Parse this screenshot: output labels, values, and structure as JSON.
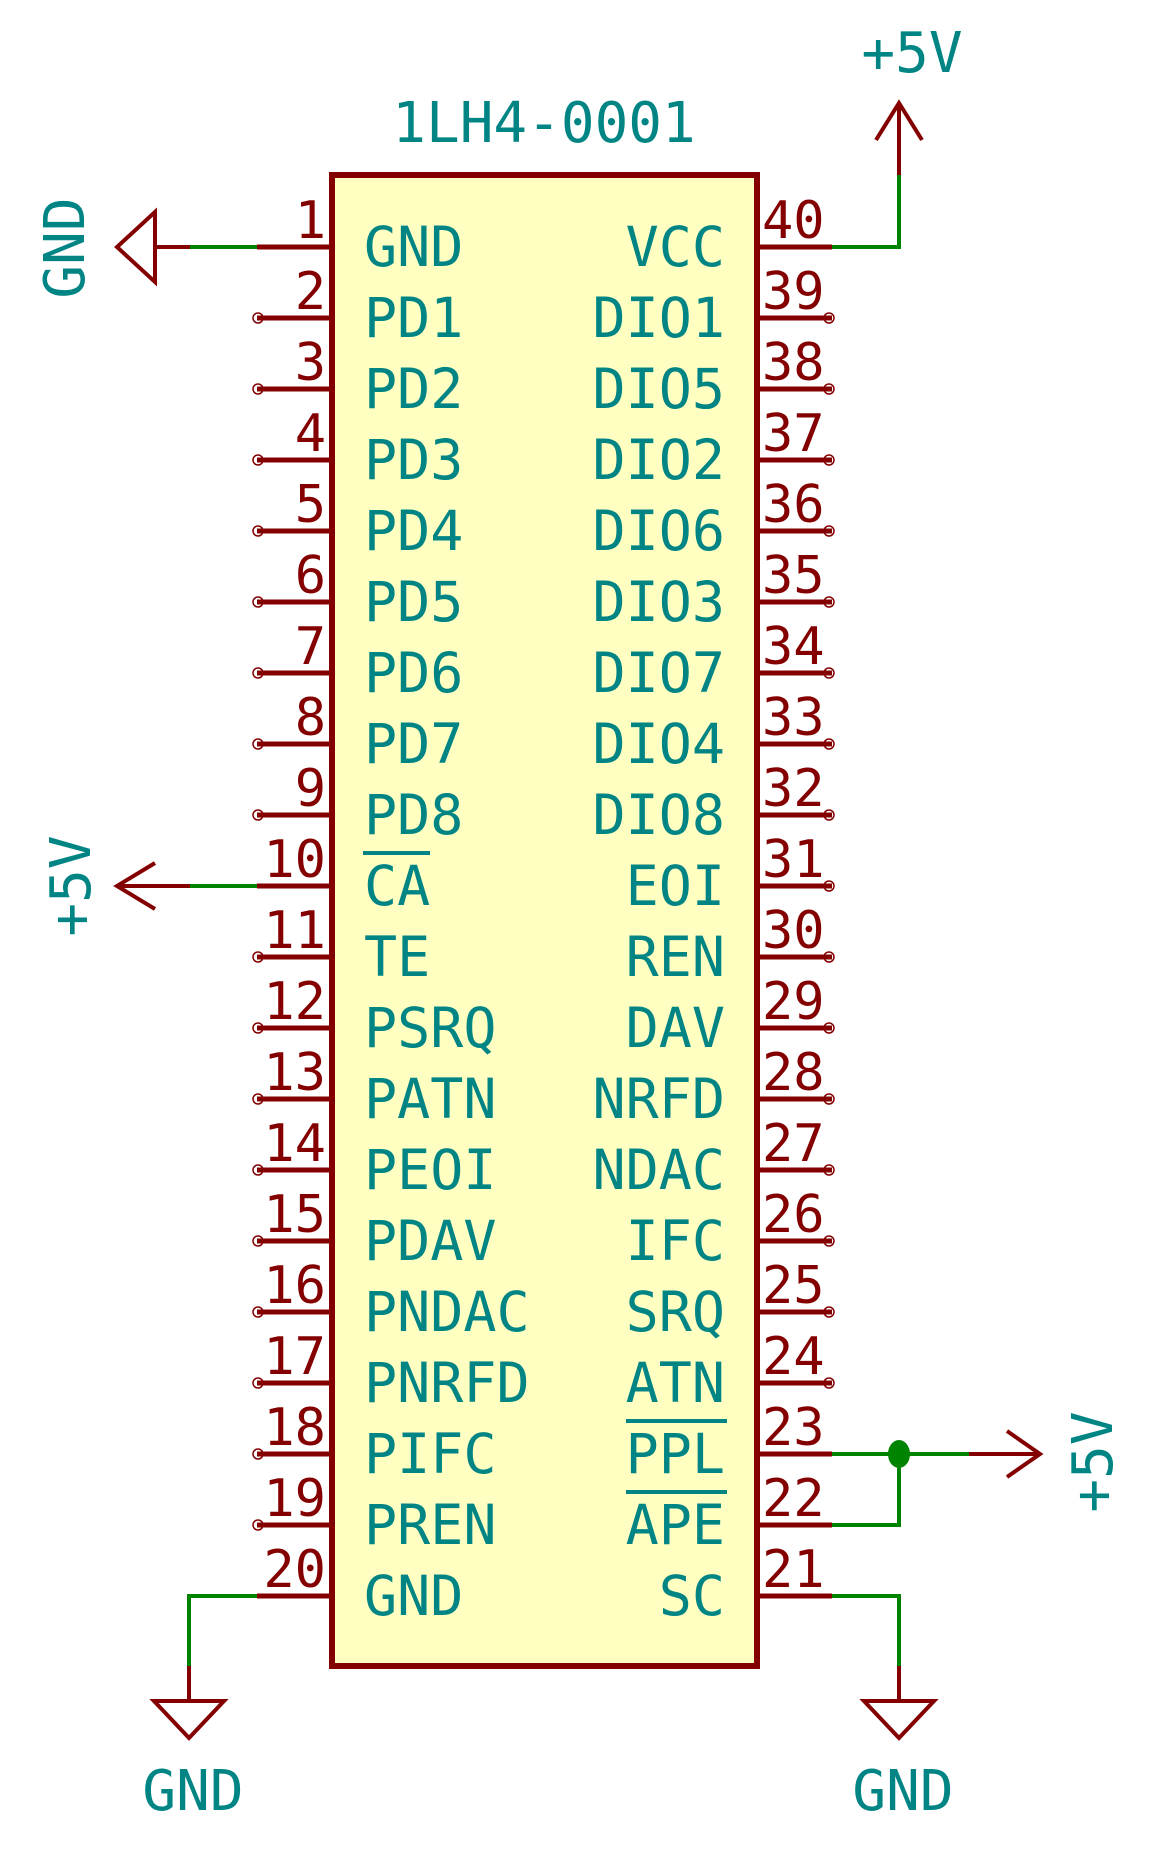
{
  "component": {
    "reference": "1LH4-0001",
    "left_pins": [
      {
        "num": "1",
        "name": "GND",
        "nc": false
      },
      {
        "num": "2",
        "name": "PD1",
        "nc": true
      },
      {
        "num": "3",
        "name": "PD2",
        "nc": true
      },
      {
        "num": "4",
        "name": "PD3",
        "nc": true
      },
      {
        "num": "5",
        "name": "PD4",
        "nc": true
      },
      {
        "num": "6",
        "name": "PD5",
        "nc": true
      },
      {
        "num": "7",
        "name": "PD6",
        "nc": true
      },
      {
        "num": "8",
        "name": "PD7",
        "nc": true
      },
      {
        "num": "9",
        "name": "PD8",
        "nc": true
      },
      {
        "num": "10",
        "name": "CA",
        "nc": false,
        "overline": true
      },
      {
        "num": "11",
        "name": "TE",
        "nc": true
      },
      {
        "num": "12",
        "name": "PSRQ",
        "nc": true
      },
      {
        "num": "13",
        "name": "PATN",
        "nc": true
      },
      {
        "num": "14",
        "name": "PEOI",
        "nc": true
      },
      {
        "num": "15",
        "name": "PDAV",
        "nc": true
      },
      {
        "num": "16",
        "name": "PNDAC",
        "nc": true
      },
      {
        "num": "17",
        "name": "PNRFD",
        "nc": true
      },
      {
        "num": "18",
        "name": "PIFC",
        "nc": true
      },
      {
        "num": "19",
        "name": "PREN",
        "nc": true
      },
      {
        "num": "20",
        "name": "GND",
        "nc": false
      }
    ],
    "right_pins": [
      {
        "num": "40",
        "name": "VCC",
        "nc": false
      },
      {
        "num": "39",
        "name": "DIO1",
        "nc": true
      },
      {
        "num": "38",
        "name": "DIO5",
        "nc": true
      },
      {
        "num": "37",
        "name": "DIO2",
        "nc": true
      },
      {
        "num": "36",
        "name": "DIO6",
        "nc": true
      },
      {
        "num": "35",
        "name": "DIO3",
        "nc": true
      },
      {
        "num": "34",
        "name": "DIO7",
        "nc": true
      },
      {
        "num": "33",
        "name": "DIO4",
        "nc": true
      },
      {
        "num": "32",
        "name": "DIO8",
        "nc": true
      },
      {
        "num": "31",
        "name": "EOI",
        "nc": true
      },
      {
        "num": "30",
        "name": "REN",
        "nc": true
      },
      {
        "num": "29",
        "name": "DAV",
        "nc": true
      },
      {
        "num": "28",
        "name": "NRFD",
        "nc": true
      },
      {
        "num": "27",
        "name": "NDAC",
        "nc": true
      },
      {
        "num": "26",
        "name": "IFC",
        "nc": true
      },
      {
        "num": "25",
        "name": "SRQ",
        "nc": true
      },
      {
        "num": "24",
        "name": "ATN",
        "nc": true
      },
      {
        "num": "23",
        "name": "PPL",
        "nc": false,
        "overline": true
      },
      {
        "num": "22",
        "name": "APE",
        "nc": false,
        "overline": true
      },
      {
        "num": "21",
        "name": "SC",
        "nc": false
      }
    ]
  },
  "power_labels": {
    "gnd_pin1": "GND",
    "vcc_top": "+5V",
    "ca_pin10": "+5V",
    "ppl_right": "+5V",
    "gnd_pin20": "GND",
    "gnd_pin21": "GND"
  },
  "colors": {
    "body_fill": "#FFFFC2",
    "pin": "#840000",
    "text": "#008484",
    "wire": "#008400"
  }
}
